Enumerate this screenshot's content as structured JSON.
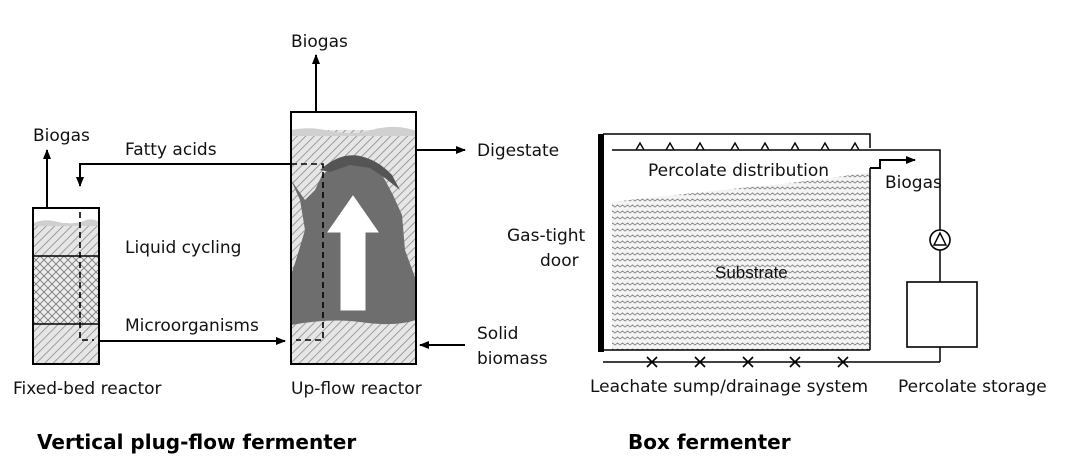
{
  "plug_flow": {
    "caption": "Vertical plug-flow fermenter",
    "fixed_bed_reactor": "Fixed-bed reactor",
    "upflow_reactor": "Up-flow reactor",
    "biogas_left": "Biogas",
    "biogas_top": "Biogas",
    "fatty_acids": "Fatty acids",
    "liquid_cycling": "Liquid cycling",
    "microorganisms": "Microorganisms",
    "digestate": "Digestate",
    "solid_biomass_1": "Solid",
    "solid_biomass_2": "biomass"
  },
  "box": {
    "caption": "Box fermenter",
    "percolate_distribution": "Percolate distribution",
    "biogas": "Biogas",
    "gas_tight_1": "Gas-tight",
    "gas_tight_2": "door",
    "substrate": "Substrate",
    "leachate": "Leachate sump/drainage system",
    "percolate_storage": "Percolate storage"
  }
}
